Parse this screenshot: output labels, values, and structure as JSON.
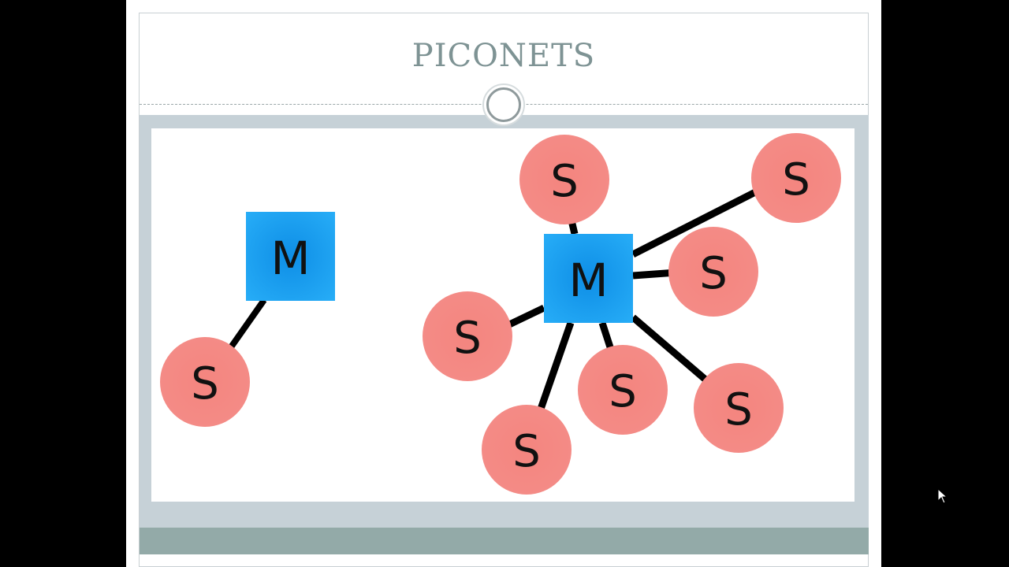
{
  "slide": {
    "title": "PICONETS"
  },
  "diagram": {
    "master_label": "M",
    "slave_label": "S",
    "colors": {
      "master_fill": "#1a9ff0",
      "slave_fill": "#f4857f",
      "link": "#000000"
    },
    "piconets": [
      {
        "name": "piconet-1",
        "slave_count": 1
      },
      {
        "name": "piconet-2",
        "slave_count": 7
      }
    ]
  },
  "cursor": {
    "icon": "pointer-arrow-icon"
  }
}
